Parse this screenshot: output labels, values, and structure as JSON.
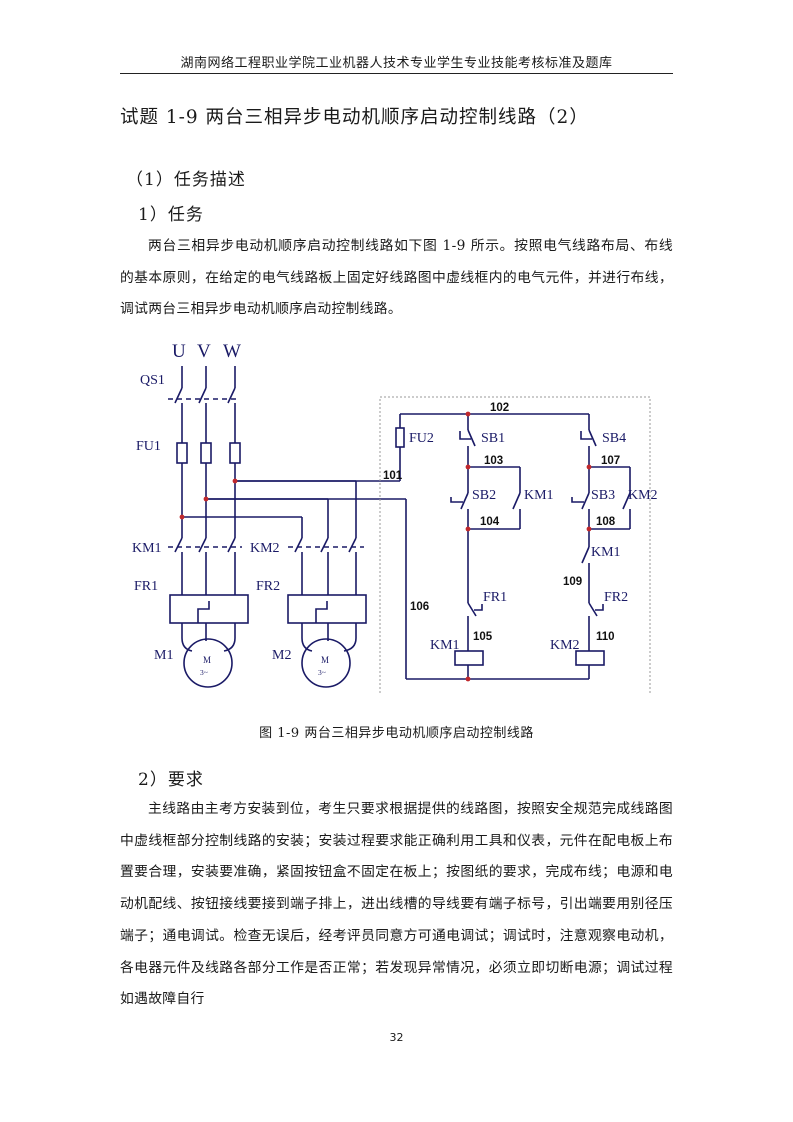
{
  "header": "湖南网络工程职业学院工业机器人技术专业学生专业技能考核标准及题库",
  "title": "试题 1-9  两台三相异步电动机顺序启动控制线路（2）",
  "section": "（1）任务描述",
  "subsection1": "1）任务",
  "paragraph1": "两台三相异步电动机顺序启动控制线路如下图 1-9 所示。按照电气线路布局、布线的基本原则，在给定的电气线路板上固定好线路图中虚线框内的电气元件，并进行布线，调试两台三相异步电动机顺序启动控制线路。",
  "diagram": {
    "labels": {
      "U": "U",
      "V": "V",
      "W": "W",
      "QS1": "QS1",
      "FU1": "FU1",
      "FU2": "FU2",
      "KM1_main": "KM1",
      "KM2_main": "KM2",
      "FR1": "FR1",
      "FR2": "FR2",
      "M1": "M1",
      "M2": "M2",
      "motor_text": "M",
      "motor_phase": "3~",
      "SB1": "SB1",
      "SB2": "SB2",
      "SB3": "SB3",
      "SB4": "SB4",
      "KM1_aux": "KM1",
      "KM2_aux": "KM2",
      "KM1_seq": "KM1",
      "FR1_c": "FR1",
      "FR2_c": "FR2",
      "KM1_coil": "KM1",
      "KM2_coil": "KM2"
    },
    "wire_numbers": [
      "101",
      "102",
      "103",
      "104",
      "105",
      "106",
      "107",
      "108",
      "109",
      "110"
    ]
  },
  "caption": "图  1-9    两台三相异步电动机顺序启动控制线路",
  "subsection2": "2）要求",
  "paragraph2": "主线路由主考方安装到位，考生只要求根据提供的线路图，按照安全规范完成线路图中虚线框部分控制线路的安装；安装过程要求能正确利用工具和仪表，元件在配电板上布置要合理，安装要准确，紧固按钮盒不固定在板上；按图纸的要求，完成布线；电源和电动机配线、按钮接线要接到端子排上，进出线槽的导线要有端子标号，引出端要用别径压端子；通电调试。检查无误后，经考评员同意方可通电调试；调试时，注意观察电动机，各电器元件及线路各部分工作是否正常；若发现异常情况，必须立即切断电源；调试过程如遇故障自行",
  "page_number": "32"
}
